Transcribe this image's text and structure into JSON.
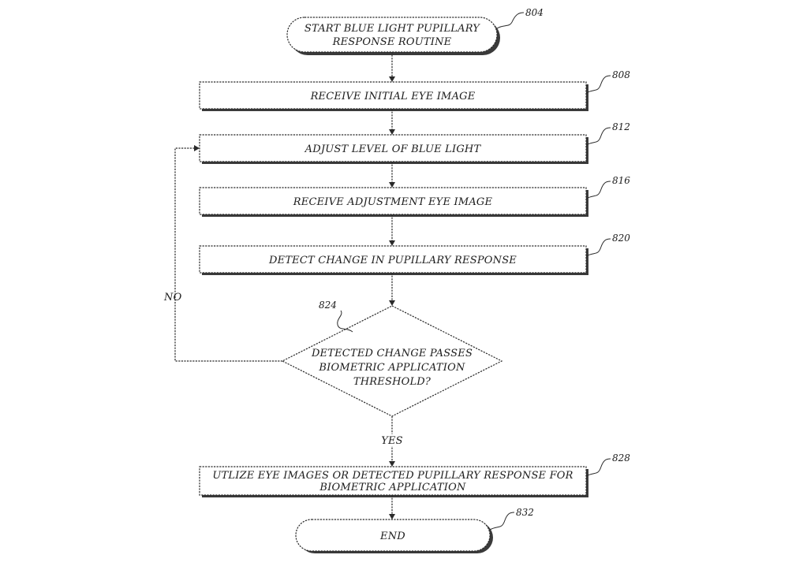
{
  "diagram": {
    "start": {
      "ref": "804",
      "lines": [
        "START BLUE LIGHT PUPILLARY",
        "RESPONSE ROUTINE"
      ]
    },
    "steps": [
      {
        "ref": "808",
        "lines": [
          "RECEIVE INITIAL EYE IMAGE"
        ]
      },
      {
        "ref": "812",
        "lines": [
          "ADJUST LEVEL OF BLUE LIGHT"
        ]
      },
      {
        "ref": "816",
        "lines": [
          "RECEIVE ADJUSTMENT EYE IMAGE"
        ]
      },
      {
        "ref": "820",
        "lines": [
          "DETECT CHANGE IN PUPILLARY RESPONSE"
        ]
      }
    ],
    "decision": {
      "ref": "824",
      "lines": [
        "DETECTED CHANGE PASSES",
        "BIOMETRIC APPLICATION",
        "THRESHOLD?"
      ],
      "no_label": "NO",
      "yes_label": "YES"
    },
    "final_step": {
      "ref": "828",
      "lines": [
        "UTLIZE EYE IMAGES OR DETECTED PUPILLARY RESPONSE FOR",
        "BIOMETRIC APPLICATION"
      ]
    },
    "end": {
      "ref": "832",
      "lines": [
        "END"
      ]
    }
  }
}
